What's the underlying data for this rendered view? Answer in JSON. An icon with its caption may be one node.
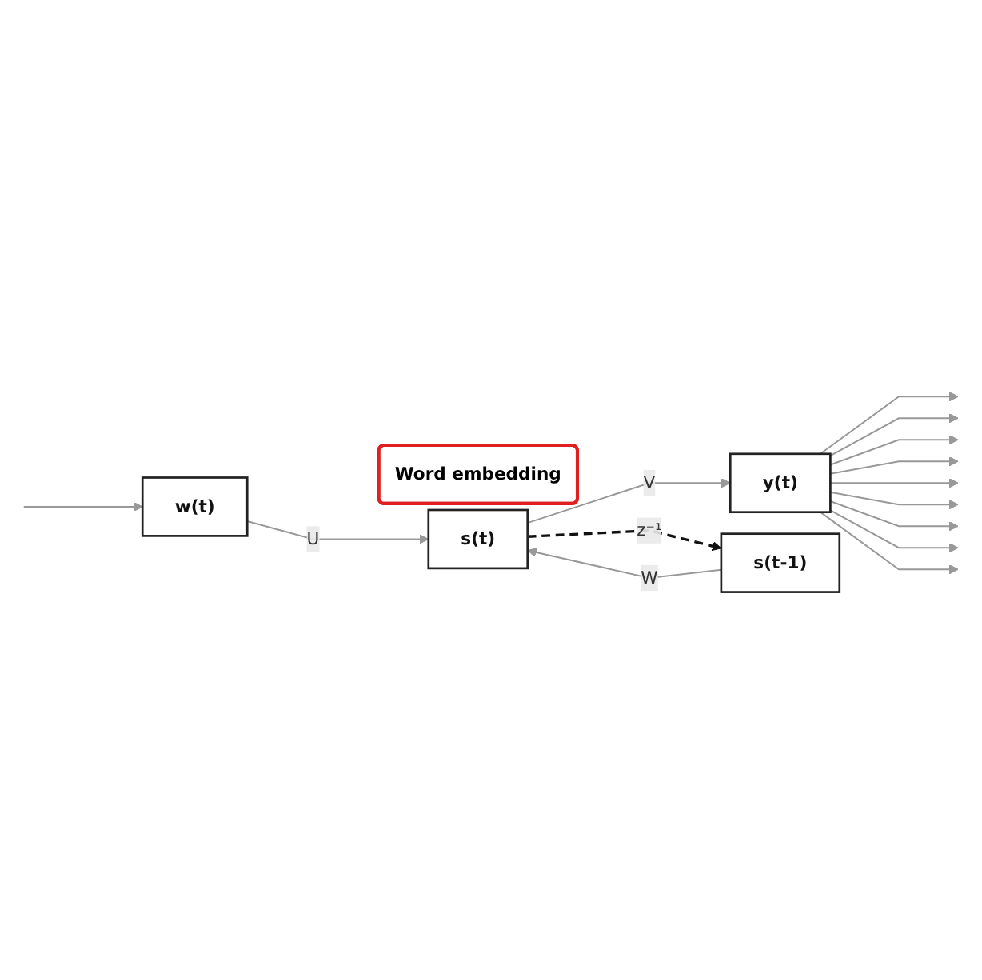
{
  "diagram": {
    "nodes": [
      {
        "text": [
          "w(t)"
        ]
      },
      {
        "text": [
          "Word embedding"
        ]
      },
      {
        "text": [
          "s(t)"
        ]
      },
      {
        "text": [
          "y(t)"
        ]
      },
      {
        "text": [
          "s(t-1)"
        ]
      }
    ],
    "edges": [
      {
        "from": null,
        "to": 0,
        "arrow": "to"
      },
      {
        "from": 0,
        "to": 2,
        "label": "U",
        "arrow": "to"
      },
      {
        "from": 4,
        "to": 2,
        "label": "W",
        "arrow": "to"
      },
      {
        "from": 2,
        "to": 3,
        "label": "V",
        "arrow": "to"
      },
      {
        "from": 2,
        "to": 4,
        "label": "z⁻¹",
        "arrow": "to",
        "style": "dashed",
        "color": "#111111"
      },
      {
        "from": 3,
        "to": null,
        "arrow": "to"
      },
      {
        "from": 3,
        "to": null,
        "arrow": "to"
      },
      {
        "from": 3,
        "to": null,
        "arrow": "to"
      },
      {
        "from": 3,
        "to": null,
        "arrow": "to"
      },
      {
        "from": 3,
        "to": null,
        "arrow": "to"
      },
      {
        "from": 3,
        "to": null,
        "arrow": "to"
      },
      {
        "from": 3,
        "to": null,
        "arrow": "to"
      },
      {
        "from": 3,
        "to": null,
        "arrow": "to"
      },
      {
        "from": 3,
        "to": null,
        "arrow": "to"
      }
    ]
  }
}
